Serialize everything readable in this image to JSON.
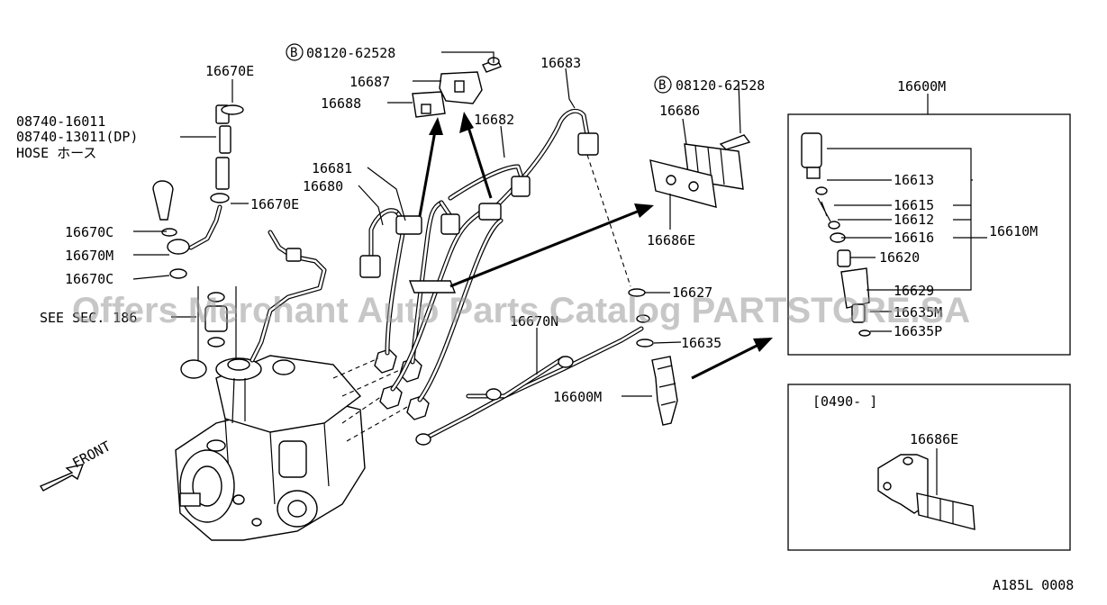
{
  "labels": {
    "b_bolt_top": "08120-62528",
    "b_bolt_mid": "08120-62528",
    "b_circle": "B",
    "p16683": "16683",
    "p16687": "16687",
    "p16688": "16688",
    "p16682": "16682",
    "p16681": "16681",
    "p16680": "16680",
    "p16670e_top": "16670E",
    "hose_line1": "08740-16011",
    "hose_line2": "08740-13011(DP)",
    "hose_line3": "HOSE ホース",
    "p16670e_mid": "16670E",
    "p16670c_a": "16670C",
    "p16670m": "16670M",
    "p16670c_b": "16670C",
    "see_sec": "SEE SEC. 186",
    "p16686": "16686",
    "p16686e": "16686E",
    "p16627": "16627",
    "p16670n": "16670N",
    "p16635": "16635",
    "p16600m_mid": "16600M",
    "front": "FRONT",
    "p16600m_box": "16600M",
    "p16613": "16613",
    "p16615": "16615",
    "p16612": "16612",
    "p16616": "16616",
    "p16610m": "16610M",
    "p16620": "16620",
    "p16629": "16629",
    "p16635m": "16635M",
    "p16635p": "16635P",
    "date_range": "[0490-    ]",
    "p16686e_box": "16686E",
    "diagram_code": "A185L 0008"
  },
  "watermark": "Offers Merchant Auto Parts Catalog PARTSTORE.SA",
  "colors": {
    "line": "#000000",
    "background": "#ffffff",
    "watermark": "#9a9a9a"
  }
}
